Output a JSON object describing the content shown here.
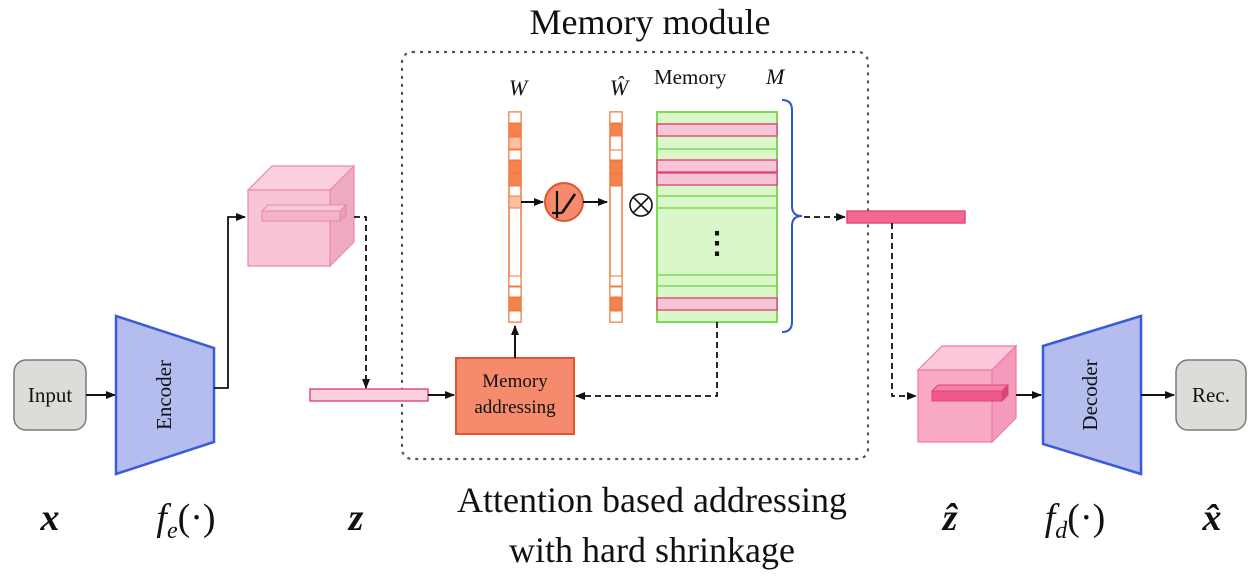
{
  "module_title": "Memory module",
  "caption": {
    "line1": "Attention based addressing",
    "line2": "with hard shrinkage"
  },
  "input_label": "Input",
  "encoder_label": "Encoder",
  "decoder_label": "Decoder",
  "output_label": "Rec.",
  "memory_addressing": {
    "line1": "Memory",
    "line2": "addressing"
  },
  "weights": {
    "w_label": "W",
    "w_hat_label": "Ŵ"
  },
  "memory": {
    "label_word": "Memory",
    "label_symbol": "M",
    "ellipsis": "⋮"
  },
  "math": {
    "x": "x",
    "f_e": "f",
    "f_e_sub": "e",
    "f_args": "(·)",
    "z": "z",
    "z_hat": "ẑ",
    "f_d": "f",
    "f_d_sub": "d",
    "x_hat": "x̂"
  },
  "colors": {
    "encoder_fill": "#b4bdee",
    "encoder_stroke": "#3a5bd9",
    "memory_fill": "#d9f7c8",
    "memory_stroke": "#7fd858",
    "row_fill": "#f7c6d6",
    "row_stroke": "#e0457a",
    "weight_fill": "#f4834f",
    "weight_light": "#f9c0a3",
    "addr_fill": "#f58b6c",
    "addr_stroke": "#e2542c",
    "brace": "#2f57c9",
    "z_hat_bar": "#f1698f"
  }
}
